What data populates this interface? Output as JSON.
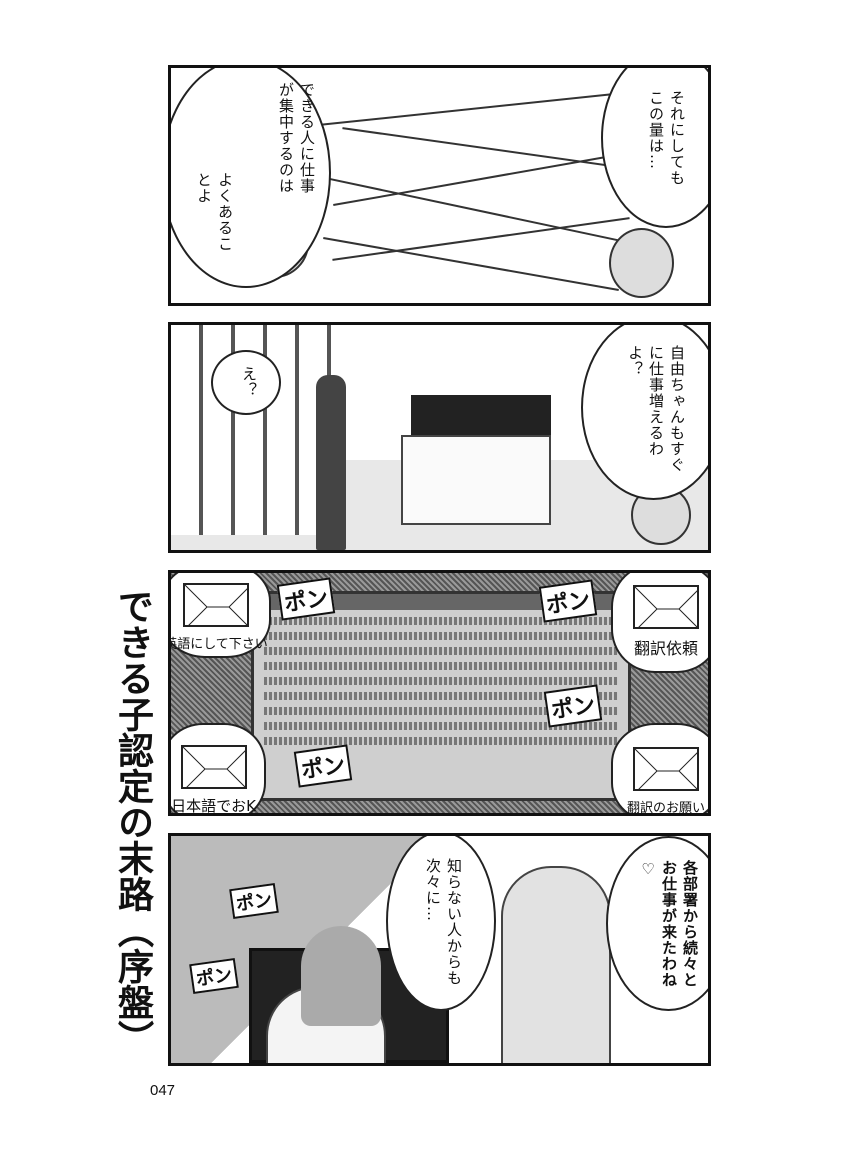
{
  "panels": [
    {
      "bubbles": [
        {
          "lines": "できる人に仕事が集中するのは"
        },
        {
          "lines": "よくあることよ"
        },
        {
          "lines": "それにしてもこの量は…"
        }
      ]
    },
    {
      "bubbles": [
        {
          "lines": "え？"
        },
        {
          "lines": "自由ちゃんもすぐに仕事増えるわよ？"
        }
      ]
    },
    {
      "mails": [
        "英語にして下さい",
        "翻訳依頼",
        "日本語でおK",
        "翻訳のお願い"
      ],
      "sfx": "ポン"
    },
    {
      "bubbles": [
        {
          "lines": "知らない人からも次々に…"
        },
        {
          "lines": "各部署から続々とお仕事が来たわね♡"
        }
      ],
      "sfx": "ポン"
    }
  ],
  "title": "できる子認定の末路（序盤）",
  "page_number": "047"
}
